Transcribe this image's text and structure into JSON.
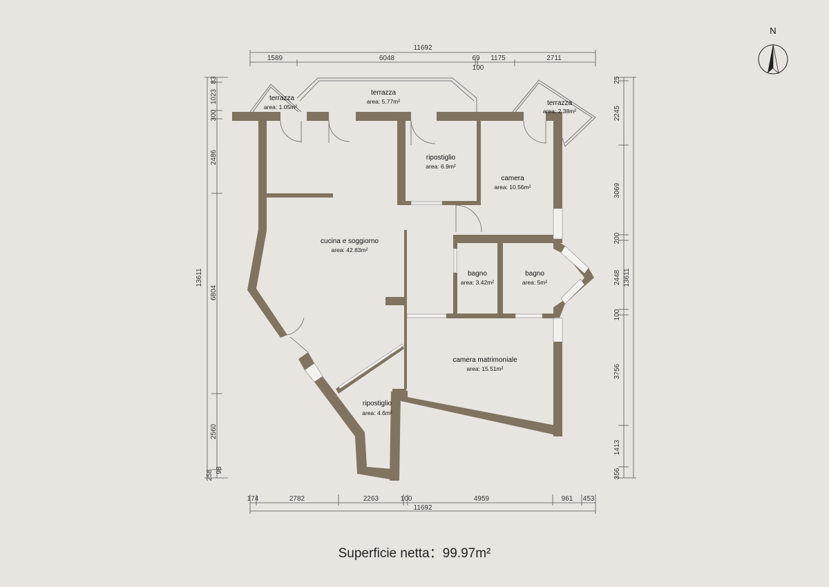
{
  "compass": {
    "letter": "N",
    "icon": "north-arrow-icon"
  },
  "dimensions": {
    "top_total": "11692",
    "top_segments": [
      "1589",
      "6048",
      "69",
      "1175",
      "2711"
    ],
    "top_extra": "100",
    "bottom_segments": [
      "174",
      "2782",
      "2263",
      "100",
      "4959",
      "961",
      "453"
    ],
    "bottom_total": "11692",
    "left_total": "13611",
    "left_segments": [
      "83",
      "1023",
      "300",
      "2486",
      "6804",
      "2560",
      "258",
      "98"
    ],
    "right_total": "13611",
    "right_segments": [
      "25",
      "2245",
      "3069",
      "200",
      "2448",
      "100",
      "3756",
      "1413",
      "356"
    ]
  },
  "rooms": [
    {
      "id": "terrazza-1",
      "name": "terrazza",
      "area": "area: 1.05m²"
    },
    {
      "id": "terrazza-2",
      "name": "terrazza",
      "area": "area: 5.77m²"
    },
    {
      "id": "terrazza-3",
      "name": "terrazza",
      "area": "area: 2.38m²"
    },
    {
      "id": "ripostiglio-1",
      "name": "ripostiglio",
      "area": "area: 6.9m²"
    },
    {
      "id": "camera",
      "name": "camera",
      "area": "area: 10.56m²"
    },
    {
      "id": "cucina-soggiorno",
      "name": "cucina e soggiorno",
      "area": "area: 42.83m²"
    },
    {
      "id": "bagno-1",
      "name": "bagno",
      "area": "area: 3.42m²"
    },
    {
      "id": "bagno-2",
      "name": "bagno",
      "area": "area: 5m²"
    },
    {
      "id": "camera-matrimoniale",
      "name": "camera matrimoniale",
      "area": "area: 15.51m²"
    },
    {
      "id": "ripostiglio-2",
      "name": "ripostiglio",
      "area": "area: 4.6m²"
    }
  ],
  "summary": "Superficie netta：99.97m²",
  "colors": {
    "wall": "#80735f",
    "background": "#e8e5e0",
    "floor": "#e8e5e0"
  }
}
